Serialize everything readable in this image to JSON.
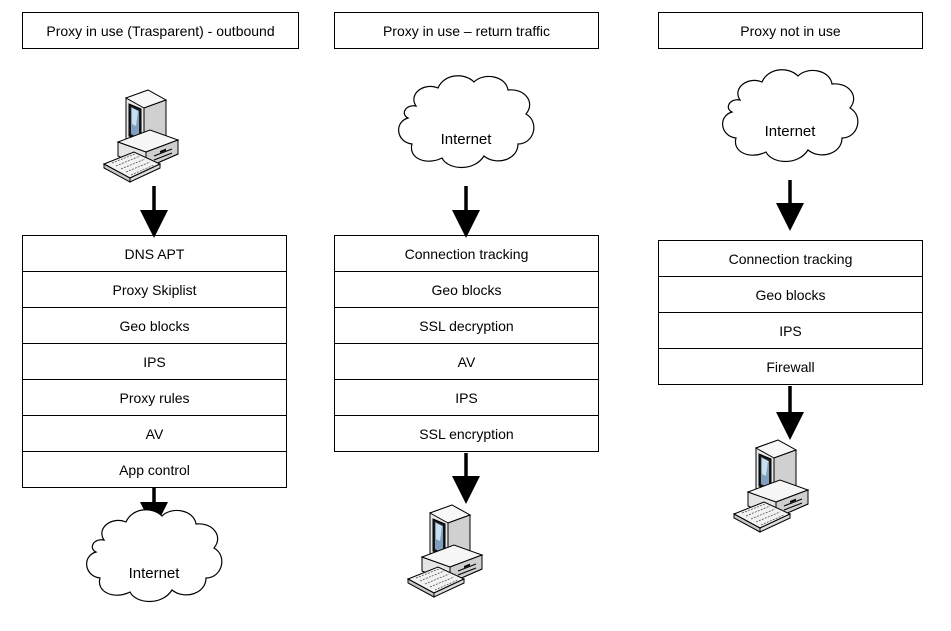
{
  "columns": [
    {
      "title": "Proxy in use (Trasparent) - outbound",
      "layers": [
        "DNS APT",
        "Proxy Skiplist",
        "Geo blocks",
        "IPS",
        "Proxy rules",
        "AV",
        "App control"
      ],
      "top_node": "computer-icon",
      "bottom_node": "Internet"
    },
    {
      "title": "Proxy in use – return traffic",
      "layers": [
        "Connection tracking",
        "Geo blocks",
        "SSL decryption",
        "AV",
        "IPS",
        "SSL encryption"
      ],
      "top_node": "Internet",
      "bottom_node": "computer-icon"
    },
    {
      "title": "Proxy not in use",
      "layers": [
        "Connection tracking",
        "Geo blocks",
        "IPS",
        "Firewall"
      ],
      "top_node": "Internet",
      "bottom_node": "computer-icon"
    }
  ]
}
